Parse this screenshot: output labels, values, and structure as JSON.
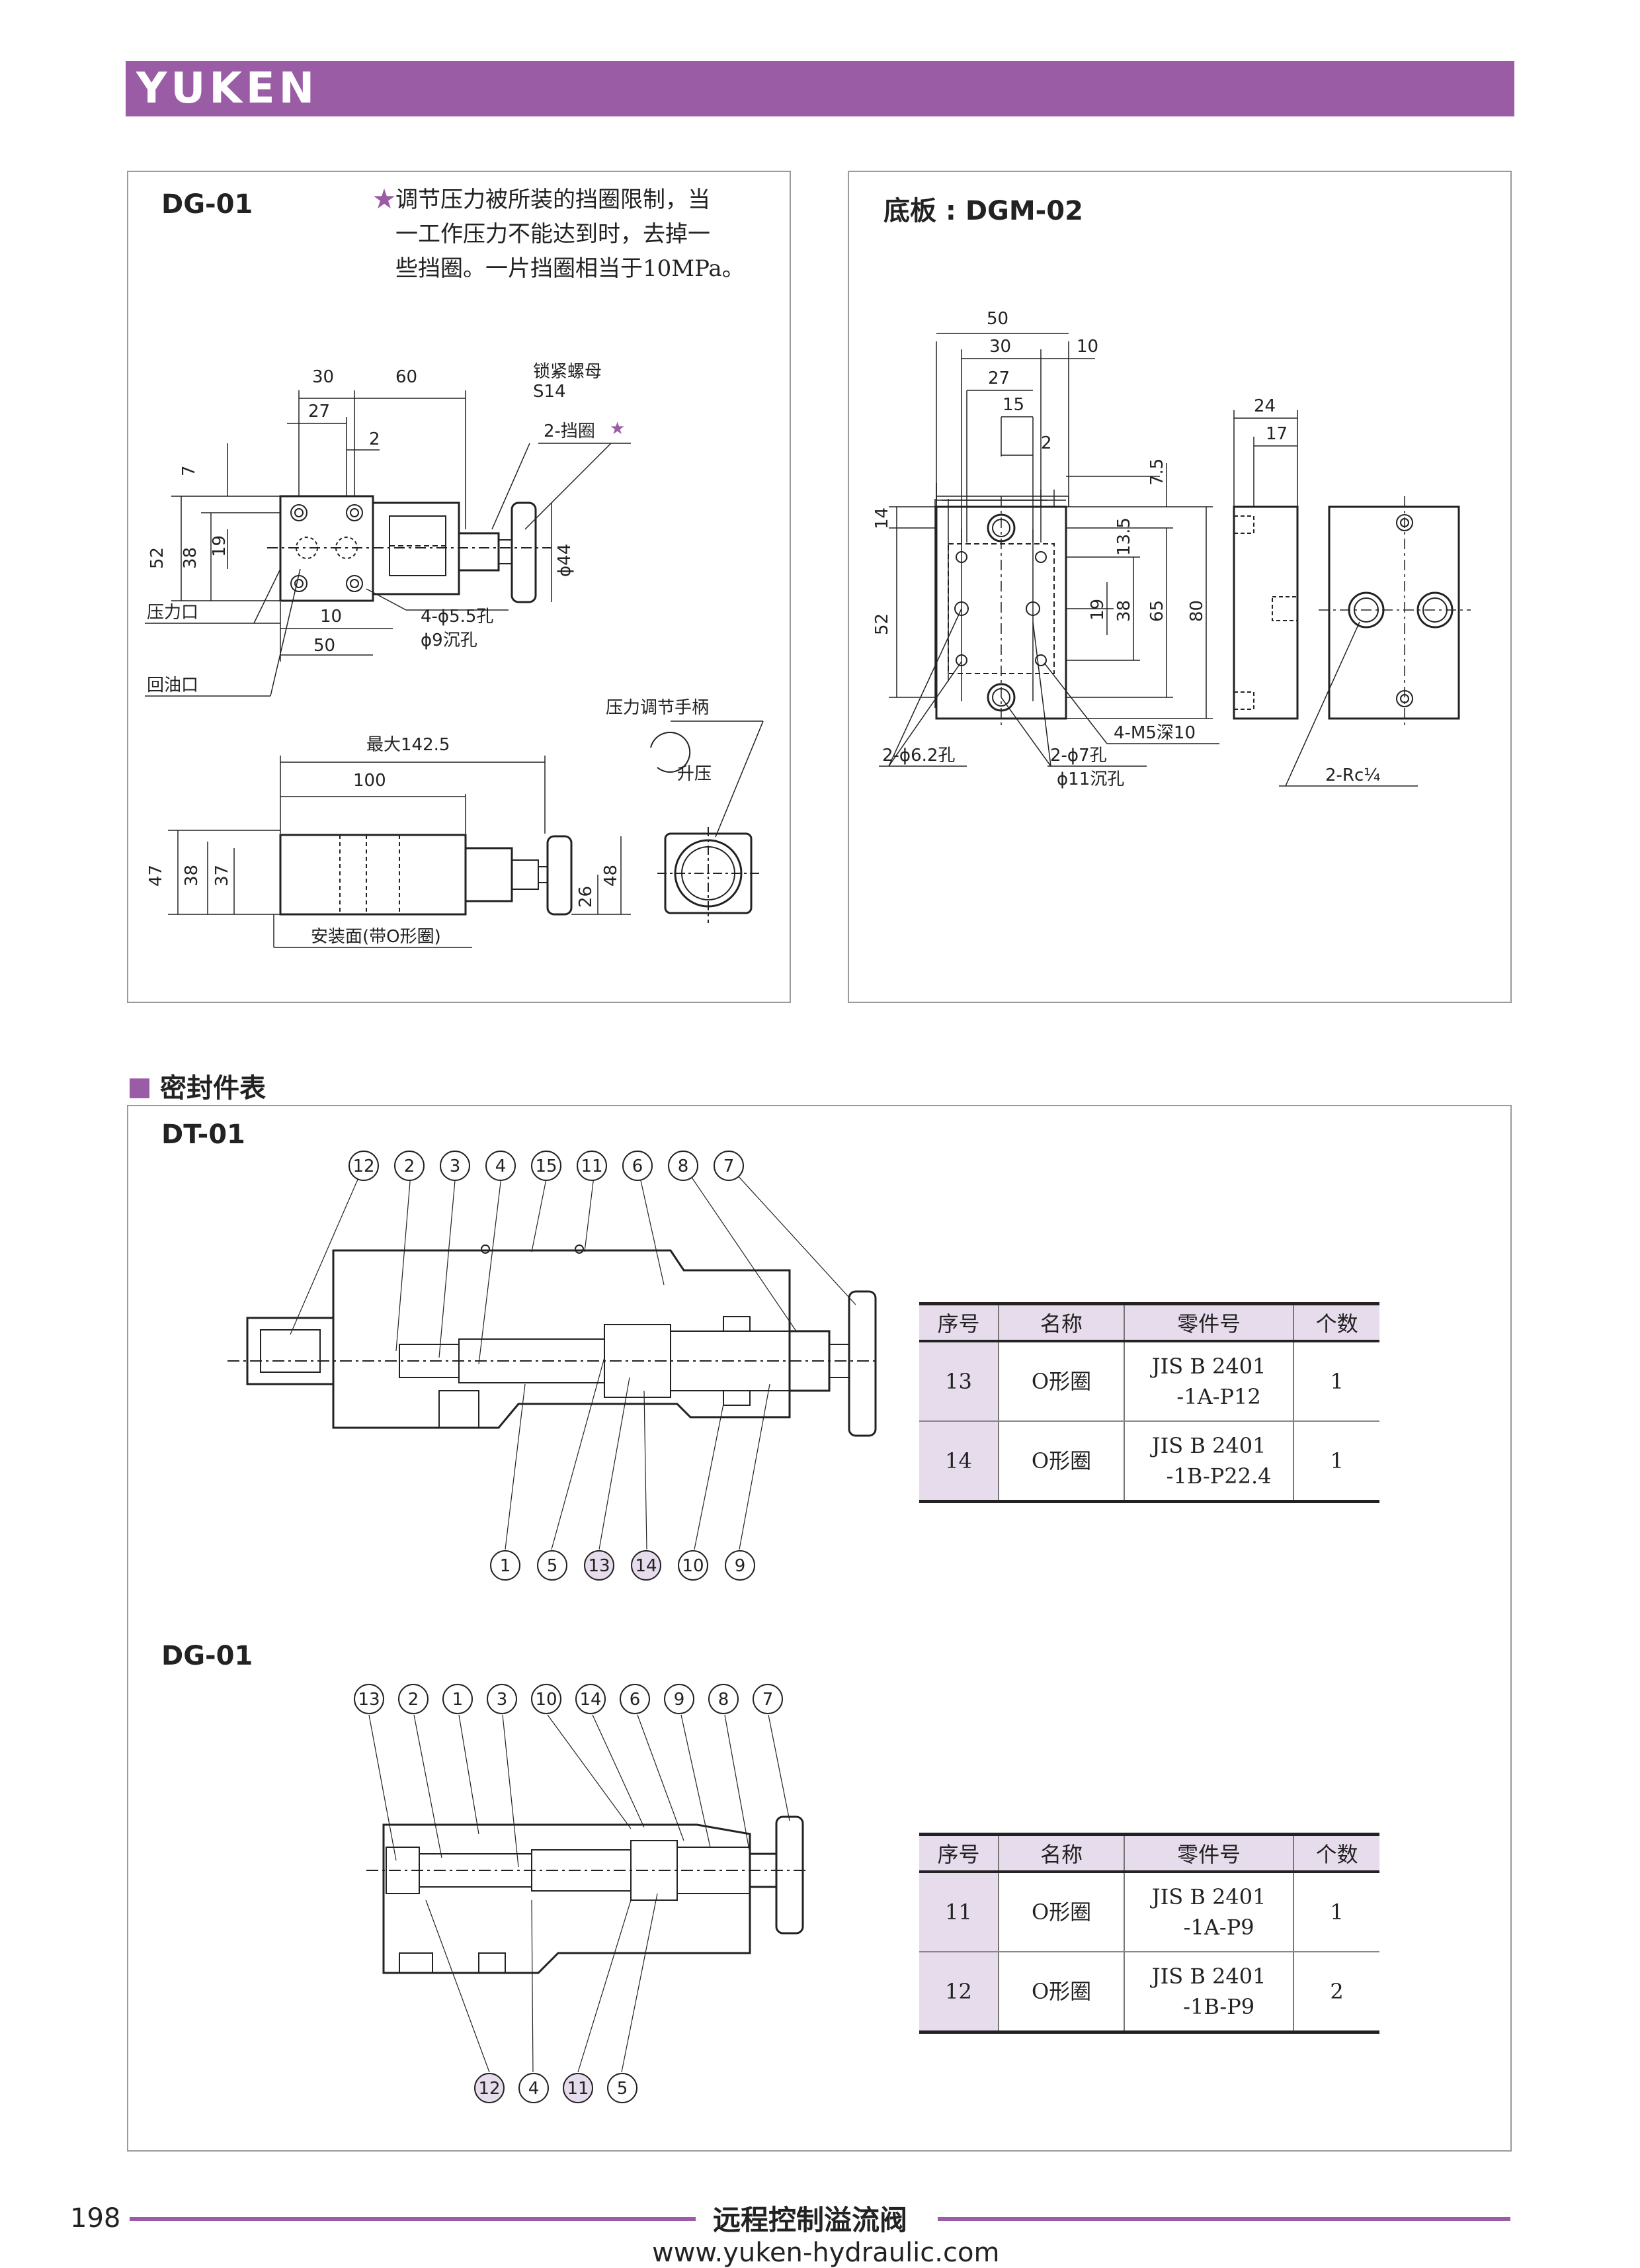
{
  "header": {
    "logo": "YUKEN"
  },
  "panel_dg01": {
    "title": "DG-01",
    "note_star": "★",
    "note_lines": [
      "调节压力被所装的挡圈限制，当",
      "一工作压力不能达到时，去掉一",
      "些挡圈。一片挡圈相当于10MPa。"
    ],
    "dims": {
      "d30": "30",
      "d60": "60",
      "d27": "27",
      "d2": "2",
      "d7": "7",
      "d52": "52",
      "d38": "38",
      "d19": "19",
      "d44": "ϕ44",
      "d10": "10",
      "d50": "50",
      "max": "最大142.5",
      "d100": "100",
      "d47": "47",
      "d38b": "38",
      "d37": "37",
      "d26": "26",
      "d48": "48"
    },
    "labels": {
      "locknut": "锁紧螺母",
      "s14": "S14",
      "retainer": "2-挡圈",
      "pressure_port": "压力口",
      "return_port": "回油口",
      "holes": "4-ϕ5.5孔",
      "counterbore": "ϕ9沉孔",
      "handle": "压力调节手柄",
      "raise": "升压",
      "mount": "安装面(带O形圈)"
    }
  },
  "panel_dgm02": {
    "title": "底板 : DGM-02",
    "dims": {
      "d50": "50",
      "d30": "30",
      "d10": "10",
      "d27": "27",
      "d15": "15",
      "d2": "2",
      "d24": "24",
      "d17": "17",
      "d75": "7.5",
      "d14": "14",
      "d135": "13.5",
      "d19": "19",
      "d38": "38",
      "d65": "65",
      "d80": "80",
      "d52": "52"
    },
    "labels": {
      "m5": "4-M5深10",
      "h62": "2-ϕ6.2孔",
      "h7": "2-ϕ7孔",
      "cb11": "ϕ11沉孔",
      "rc": "2-Rc¼"
    }
  },
  "section_title": "密封件表",
  "dt01": {
    "title": "DT-01",
    "top_callouts": [
      "12",
      "2",
      "3",
      "4",
      "15",
      "11",
      "6",
      "8",
      "7"
    ],
    "bottom_callouts": [
      "1",
      "5",
      "13",
      "14",
      "10",
      "9"
    ],
    "table": {
      "headers": [
        "序号",
        "名称",
        "零件号",
        "个数"
      ],
      "rows": [
        {
          "no": "13",
          "name": "O形圈",
          "part1": "JIS B 2401",
          "part2": "-1A-P12",
          "qty": "1"
        },
        {
          "no": "14",
          "name": "O形圈",
          "part1": "JIS B 2401",
          "part2": "-1B-P22.4",
          "qty": "1"
        }
      ]
    }
  },
  "dg01_seal": {
    "title": "DG-01",
    "top_callouts": [
      "13",
      "2",
      "1",
      "3",
      "10",
      "14",
      "6",
      "9",
      "8",
      "7"
    ],
    "bottom_callouts": [
      "12",
      "4",
      "11",
      "5"
    ],
    "table": {
      "headers": [
        "序号",
        "名称",
        "零件号",
        "个数"
      ],
      "rows": [
        {
          "no": "11",
          "name": "O形圈",
          "part1": "JIS B 2401",
          "part2": "-1A-P9",
          "qty": "1"
        },
        {
          "no": "12",
          "name": "O形圈",
          "part1": "JIS B 2401",
          "part2": "-1B-P9",
          "qty": "2"
        }
      ]
    }
  },
  "footer": {
    "page": "198",
    "title": "远程控制溢流阀",
    "url": "www.yuken-hydraulic.com"
  },
  "colors": {
    "accent": "#9b5ca6",
    "highlight_fill": "#e6dcec"
  }
}
